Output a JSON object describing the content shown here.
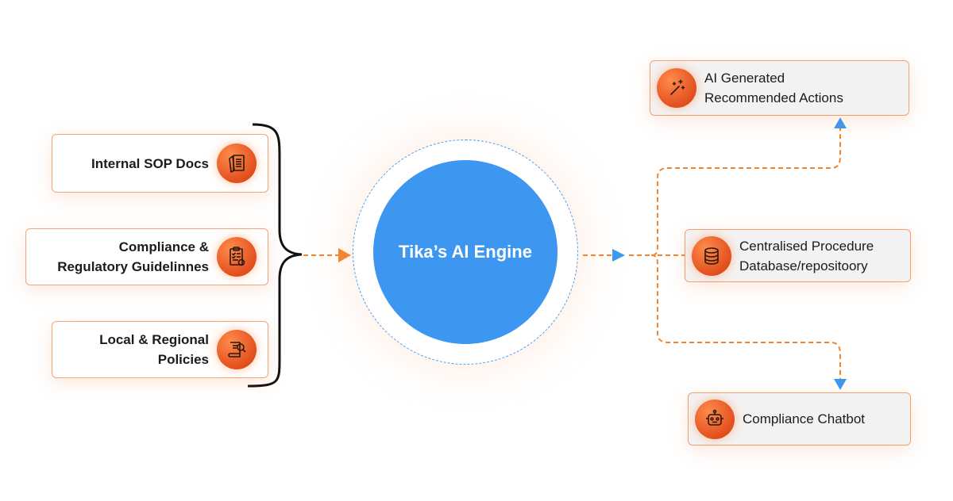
{
  "engine": {
    "title": "Tika’s AI Engine"
  },
  "inputs": [
    {
      "label_lines": [
        "Internal SOP Docs"
      ],
      "icon": "documents-icon"
    },
    {
      "label_lines": [
        "Compliance &",
        "Regulatory Guidelinnes"
      ],
      "icon": "checklist-icon"
    },
    {
      "label_lines": [
        "Local & Regional",
        "Policies"
      ],
      "icon": "scroll-search-icon"
    }
  ],
  "outputs": [
    {
      "label_lines": [
        "AI Generated",
        "Recommended Actions"
      ],
      "icon": "magic-wand-icon"
    },
    {
      "label_lines": [
        "Centralised Procedure",
        "Database/repositoory"
      ],
      "icon": "database-icon"
    },
    {
      "label_lines": [
        "Compliance Chatbot"
      ],
      "icon": "robot-icon"
    }
  ],
  "colors": {
    "accent_orange": "#f26b2a",
    "engine_blue": "#3d97f1",
    "arrow_blue": "#3a9af0",
    "connector_orange": "#f0842f"
  }
}
